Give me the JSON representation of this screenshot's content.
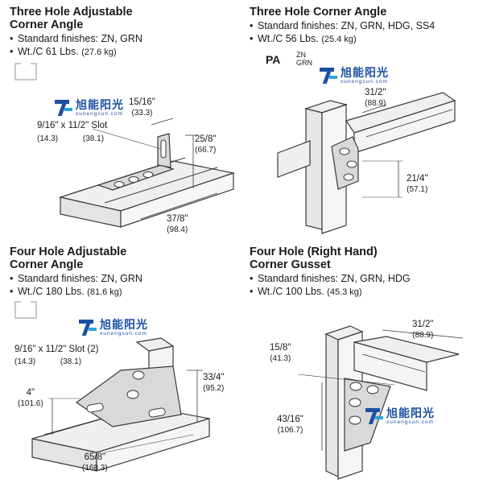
{
  "panels": [
    {
      "title": [
        "Three Hole Adjustable",
        "Corner Angle"
      ],
      "finishes": "Standard finishes: ZN, GRN",
      "weight": "Wt./C 61 Lbs.",
      "weight_metric": "(27.6 kg)",
      "dims": [
        {
          "imp": "15/16\"",
          "met": "(33.3)"
        },
        {
          "imp": "9/16\" x 11/2\" Slot",
          "imp_a": "9/16\"",
          "imp_b": "x 11/2\" Slot",
          "met_a": "(14.3)",
          "met_b": "(38.1)"
        },
        {
          "imp": "25/8\"",
          "met": "(66.7)"
        },
        {
          "imp": "37/8\"",
          "met": "(98.4)"
        }
      ]
    },
    {
      "title": [
        "Three Hole Corner Angle"
      ],
      "finishes": "Standard finishes: ZN, GRN, HDG, SS4",
      "weight": "Wt./C 56 Lbs.",
      "weight_metric": "(25.4 kg)",
      "part_no": "PA",
      "part_suffix": [
        "ZN",
        "GRN"
      ],
      "dims": [
        {
          "imp": "31/2\"",
          "met": "(88.9)"
        },
        {
          "imp": "21/4\"",
          "met": "(57.1)"
        }
      ]
    },
    {
      "title": [
        "Four Hole Adjustable",
        "Corner Angle"
      ],
      "finishes": "Standard finishes: ZN, GRN",
      "weight": "Wt./C 180 Lbs.",
      "weight_metric": "(81.6 kg)",
      "dims": [
        {
          "imp_a": "9/16\"",
          "imp_b": "x 11/2\" Slot (2)",
          "met_a": "(14.3)",
          "met_b": "(38.1)"
        },
        {
          "imp": "33/4\"",
          "met": "(95.2)"
        },
        {
          "imp": "4\"",
          "met": "(101.6)"
        },
        {
          "imp": "65/8\"",
          "met": "(168.3)"
        }
      ]
    },
    {
      "title": [
        "Four Hole (Right Hand)",
        "Corner Gusset"
      ],
      "finishes": "Standard finishes: ZN, GRN, HDG",
      "weight": "Wt./C 100 Lbs.",
      "weight_metric": "(45.3 kg)",
      "dims": [
        {
          "imp": "31/2\"",
          "met": "(88.9)"
        },
        {
          "imp": "15/8\"",
          "met": "(41.3)"
        },
        {
          "imp": "43/16\"",
          "met": "(106.7)"
        }
      ]
    }
  ],
  "watermark": {
    "cn": "旭能阳光",
    "en": "xunengsun.com"
  },
  "colors": {
    "line": "#3a3a3a",
    "plate": "#d9d9d9",
    "channel": "#efefef",
    "logo": "#1d4fa3",
    "logo_accent": "#2aa6d6"
  }
}
